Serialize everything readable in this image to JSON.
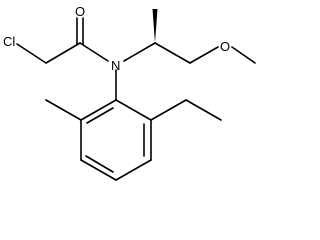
{
  "molecule": {
    "atom_labels": {
      "chlorine": "Cl",
      "carbonyl_oxygen": "O",
      "nitrogen": "N",
      "ether_oxygen": "O"
    }
  }
}
